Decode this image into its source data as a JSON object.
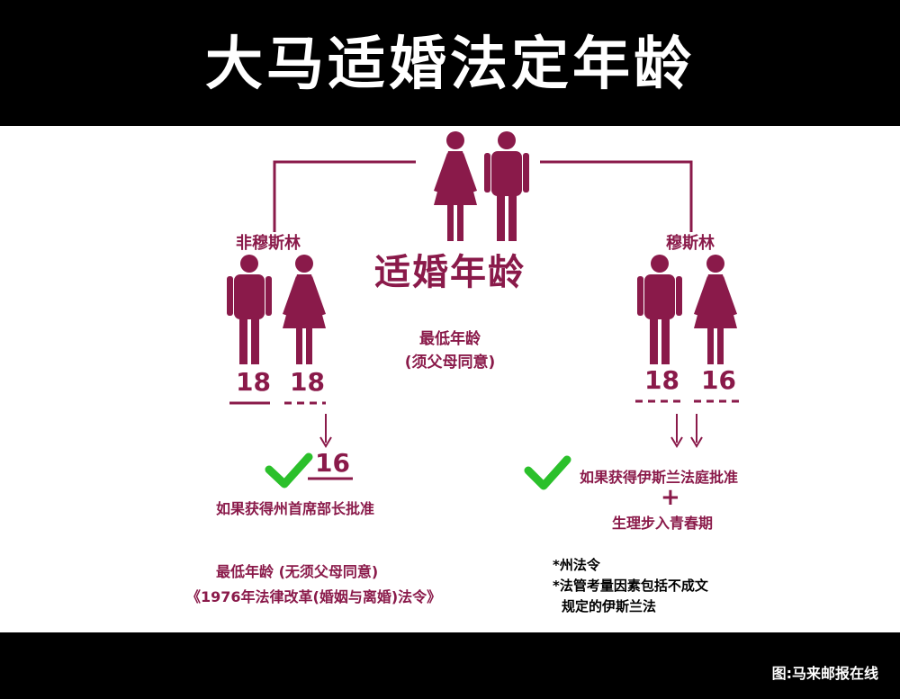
{
  "header": {
    "title": "大马适婚法定年龄"
  },
  "center": {
    "title": "适婚年龄",
    "min_age_line1": "最低年龄",
    "min_age_line2": "(须父母同意)"
  },
  "non_muslim": {
    "label": "非穆斯林",
    "male_age": "18",
    "female_age": "18",
    "exception_age": "16",
    "condition": "如果获得州首席部长批准"
  },
  "muslim": {
    "label": "穆斯林",
    "male_age": "18",
    "female_age": "16",
    "condition_1": "如果获得伊斯兰法庭批准",
    "plus": "+",
    "condition_2": "生理步入青春期"
  },
  "footer_left": {
    "line1": "最低年龄 (无须父母同意)",
    "line2": "《1976年法律改革(婚姻与离婚)法令》"
  },
  "footer_right": {
    "note1": "*州法令",
    "note2": "*法管考量因素包括不成文",
    "note3": "规定的伊斯兰法"
  },
  "credit": "图:马来邮报在线",
  "colors": {
    "plum": "#8a1a4a",
    "green": "#2bc02b",
    "bar": "#000000"
  }
}
